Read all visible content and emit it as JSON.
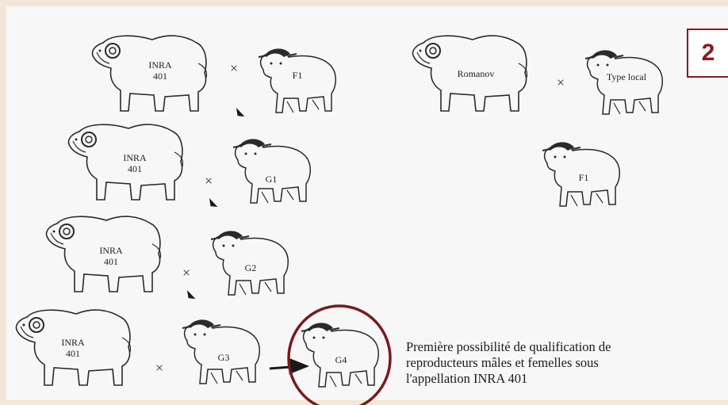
{
  "badge": "2",
  "crosses": {
    "row1": {
      "left": [
        "INRA",
        "401"
      ],
      "right": "F1"
    },
    "row2": {
      "left": [
        "INRA",
        "401"
      ],
      "right": "G1"
    },
    "row3": {
      "left": [
        "INRA",
        "401"
      ],
      "right": "G2"
    },
    "row4": {
      "left": [
        "INRA",
        "401"
      ],
      "right": "G3",
      "result": "G4"
    },
    "founder": {
      "left": "Romanov",
      "right": "Type local",
      "result": "F1"
    }
  },
  "cross_symbol": "×",
  "caption": [
    "Première possibilité de qualification de",
    "reproducteurs mâles et femelles sous",
    "l'appellation INRA 401"
  ],
  "colors": {
    "highlight_circle": "#7a1a1a",
    "badge": "#8b1a1a",
    "outline": "#2a2a2a"
  }
}
